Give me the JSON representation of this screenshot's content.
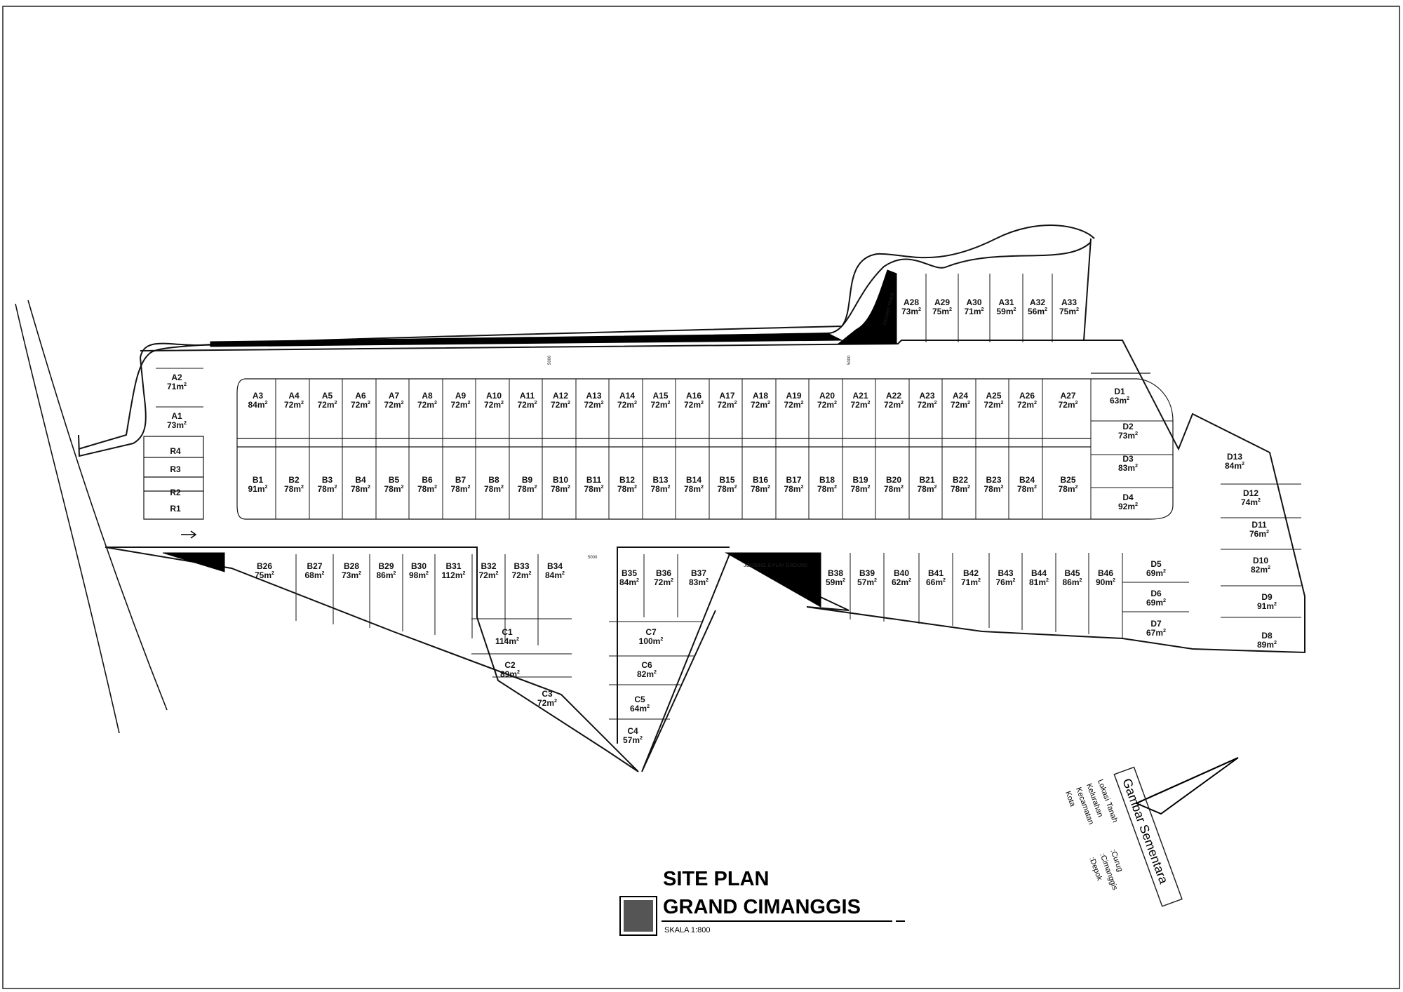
{
  "title": "SITE PLAN",
  "project": "GRAND CIMANGGIS",
  "scale": "SKALA 1:800",
  "stamp": "Gambar Sementara",
  "location": {
    "heading": "Lokasi Tanah",
    "rows": [
      {
        "k": "Kelurahan",
        "v": ":Curug"
      },
      {
        "k": "Kecamatan",
        "v": ":Cimanggis"
      },
      {
        "k": "Kota",
        "v": ":Depok"
      }
    ]
  },
  "notes": {
    "open_space": "JOGGING & PLAY GROUND",
    "fasos": "JOGGING TRACK"
  },
  "road_dims": [
    "5000",
    "5000",
    "5000"
  ],
  "lots": {
    "A": [
      {
        "id": "A1",
        "area": "73"
      },
      {
        "id": "A2",
        "area": "71"
      },
      {
        "id": "A3",
        "area": "84"
      },
      {
        "id": "A4",
        "area": "72"
      },
      {
        "id": "A5",
        "area": "72"
      },
      {
        "id": "A6",
        "area": "72"
      },
      {
        "id": "A7",
        "area": "72"
      },
      {
        "id": "A8",
        "area": "72"
      },
      {
        "id": "A9",
        "area": "72"
      },
      {
        "id": "A10",
        "area": "72"
      },
      {
        "id": "A11",
        "area": "72"
      },
      {
        "id": "A12",
        "area": "72"
      },
      {
        "id": "A13",
        "area": "72"
      },
      {
        "id": "A14",
        "area": "72"
      },
      {
        "id": "A15",
        "area": "72"
      },
      {
        "id": "A16",
        "area": "72"
      },
      {
        "id": "A17",
        "area": "72"
      },
      {
        "id": "A18",
        "area": "72"
      },
      {
        "id": "A19",
        "area": "72"
      },
      {
        "id": "A20",
        "area": "72"
      },
      {
        "id": "A21",
        "area": "72"
      },
      {
        "id": "A22",
        "area": "72"
      },
      {
        "id": "A23",
        "area": "72"
      },
      {
        "id": "A24",
        "area": "72"
      },
      {
        "id": "A25",
        "area": "72"
      },
      {
        "id": "A26",
        "area": "72"
      },
      {
        "id": "A27",
        "area": "72"
      },
      {
        "id": "A28",
        "area": "73"
      },
      {
        "id": "A29",
        "area": "75"
      },
      {
        "id": "A30",
        "area": "71"
      },
      {
        "id": "A31",
        "area": "59"
      },
      {
        "id": "A32",
        "area": "56"
      },
      {
        "id": "A33",
        "area": "75"
      }
    ],
    "B": [
      {
        "id": "B1",
        "area": "91"
      },
      {
        "id": "B2",
        "area": "78"
      },
      {
        "id": "B3",
        "area": "78"
      },
      {
        "id": "B4",
        "area": "78"
      },
      {
        "id": "B5",
        "area": "78"
      },
      {
        "id": "B6",
        "area": "78"
      },
      {
        "id": "B7",
        "area": "78"
      },
      {
        "id": "B8",
        "area": "78"
      },
      {
        "id": "B9",
        "area": "78"
      },
      {
        "id": "B10",
        "area": "78"
      },
      {
        "id": "B11",
        "area": "78"
      },
      {
        "id": "B12",
        "area": "78"
      },
      {
        "id": "B13",
        "area": "78"
      },
      {
        "id": "B14",
        "area": "78"
      },
      {
        "id": "B15",
        "area": "78"
      },
      {
        "id": "B16",
        "area": "78"
      },
      {
        "id": "B17",
        "area": "78"
      },
      {
        "id": "B18",
        "area": "78"
      },
      {
        "id": "B19",
        "area": "78"
      },
      {
        "id": "B20",
        "area": "78"
      },
      {
        "id": "B21",
        "area": "78"
      },
      {
        "id": "B22",
        "area": "78"
      },
      {
        "id": "B23",
        "area": "78"
      },
      {
        "id": "B24",
        "area": "78"
      },
      {
        "id": "B25",
        "area": "78"
      },
      {
        "id": "B26",
        "area": "75"
      },
      {
        "id": "B27",
        "area": "68"
      },
      {
        "id": "B28",
        "area": "73"
      },
      {
        "id": "B29",
        "area": "86"
      },
      {
        "id": "B30",
        "area": "98"
      },
      {
        "id": "B31",
        "area": "112"
      },
      {
        "id": "B32",
        "area": "72"
      },
      {
        "id": "B33",
        "area": "72"
      },
      {
        "id": "B34",
        "area": "84"
      },
      {
        "id": "B35",
        "area": "84"
      },
      {
        "id": "B36",
        "area": "72"
      },
      {
        "id": "B37",
        "area": "83"
      },
      {
        "id": "B38",
        "area": "59"
      },
      {
        "id": "B39",
        "area": "57"
      },
      {
        "id": "B40",
        "area": "62"
      },
      {
        "id": "B41",
        "area": "66"
      },
      {
        "id": "B42",
        "area": "71"
      },
      {
        "id": "B43",
        "area": "76"
      },
      {
        "id": "B44",
        "area": "81"
      },
      {
        "id": "B45",
        "area": "86"
      },
      {
        "id": "B46",
        "area": "90"
      }
    ],
    "C": [
      {
        "id": "C1",
        "area": "114"
      },
      {
        "id": "C2",
        "area": "89"
      },
      {
        "id": "C3",
        "area": "72"
      },
      {
        "id": "C4",
        "area": "57"
      },
      {
        "id": "C5",
        "area": "64"
      },
      {
        "id": "C6",
        "area": "82"
      },
      {
        "id": "C7",
        "area": "100"
      }
    ],
    "D": [
      {
        "id": "D1",
        "area": "63"
      },
      {
        "id": "D2",
        "area": "73"
      },
      {
        "id": "D3",
        "area": "83"
      },
      {
        "id": "D4",
        "area": "92"
      },
      {
        "id": "D5",
        "area": "69"
      },
      {
        "id": "D6",
        "area": "69"
      },
      {
        "id": "D7",
        "area": "67"
      },
      {
        "id": "D8",
        "area": "89"
      },
      {
        "id": "D9",
        "area": "91"
      },
      {
        "id": "D10",
        "area": "82"
      },
      {
        "id": "D11",
        "area": "76"
      },
      {
        "id": "D12",
        "area": "74"
      },
      {
        "id": "D13",
        "area": "84"
      }
    ],
    "R": [
      {
        "id": "R1"
      },
      {
        "id": "R2"
      },
      {
        "id": "R3"
      },
      {
        "id": "R4"
      }
    ]
  }
}
